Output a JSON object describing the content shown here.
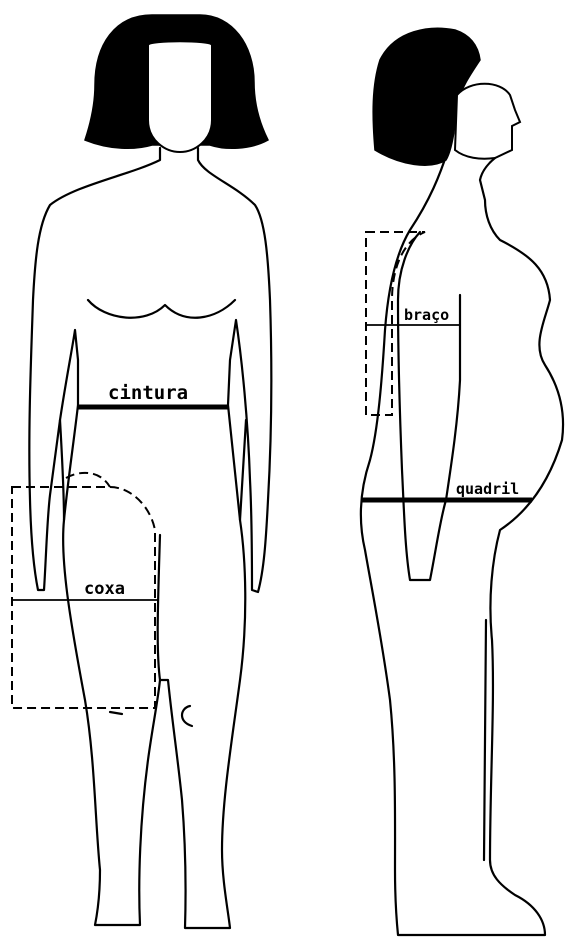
{
  "labels": {
    "cintura": "cintura",
    "coxa": "coxa",
    "braco": "braço",
    "quadril": "quadril"
  }
}
